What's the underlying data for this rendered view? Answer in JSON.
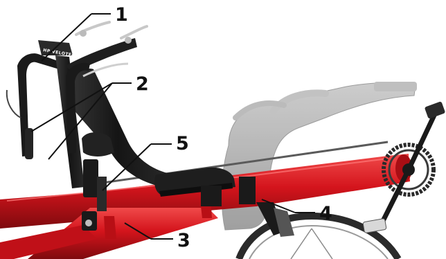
{
  "diagram": {
    "callouts": [
      {
        "id": "1",
        "label": "1"
      },
      {
        "id": "2",
        "label": "2"
      },
      {
        "id": "3",
        "label": "3"
      },
      {
        "id": "4",
        "label": "4"
      },
      {
        "id": "5",
        "label": "5"
      }
    ],
    "logo_text": "HP VELOTECHNIK",
    "colors": {
      "frame_red": "#d4141c",
      "frame_red_dark": "#8e0a10",
      "frame_red_light": "#f04a4a",
      "black_parts": "#1a1a1a",
      "ghost_seat": "#a9a9a9",
      "chain": "#6a6a6a"
    }
  }
}
